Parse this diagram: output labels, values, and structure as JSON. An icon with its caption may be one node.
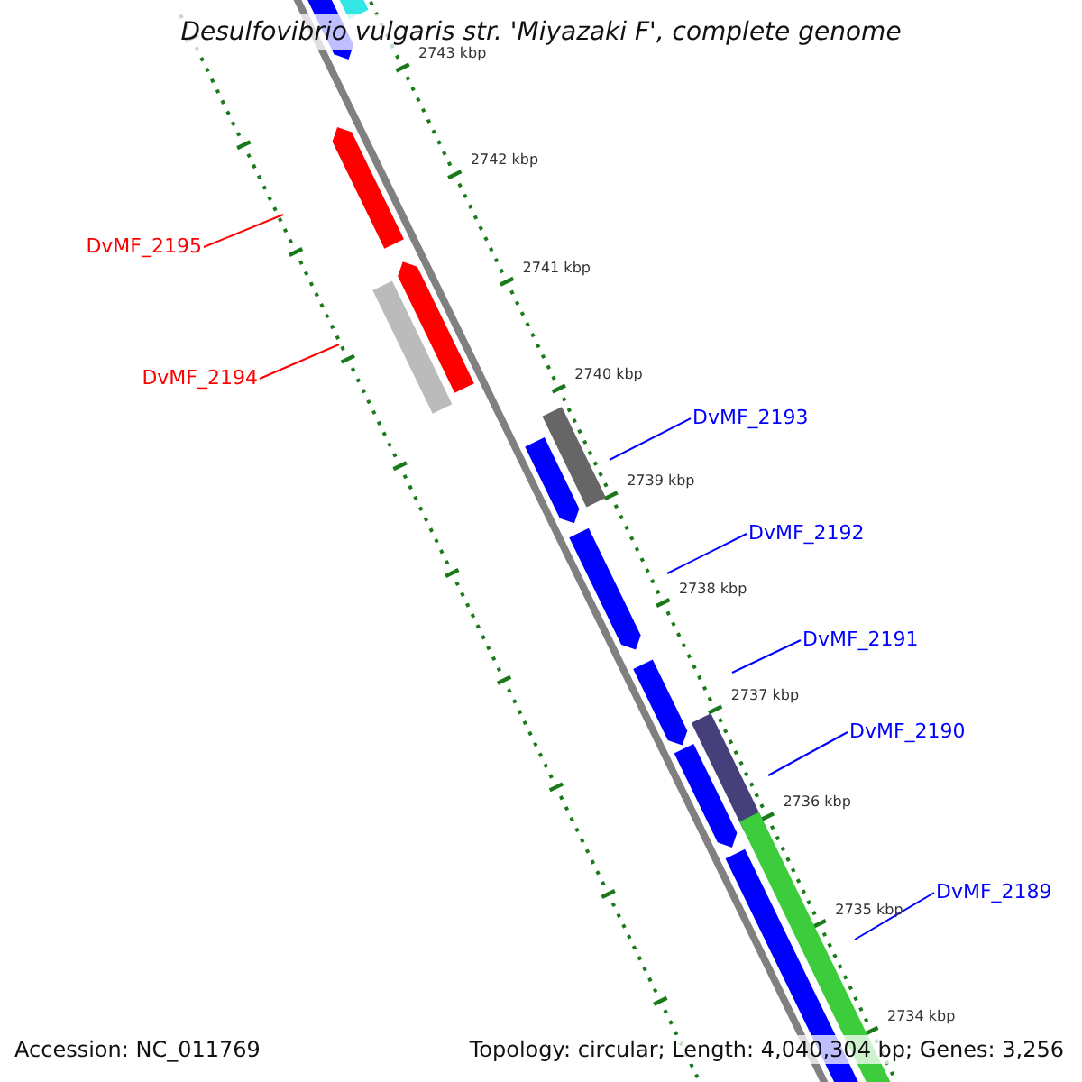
{
  "diagram": {
    "title": "Desulfovibrio vulgaris str. 'Miyazaki F', complete genome",
    "nodes": [
      {
        "text": [
          "DvMF_2195"
        ]
      },
      {
        "text": [
          "DvMF_2194"
        ]
      },
      {
        "text": [
          "DvMF_2193"
        ]
      },
      {
        "text": [
          "DvMF_2192"
        ]
      },
      {
        "text": [
          "DvMF_2191"
        ]
      },
      {
        "text": [
          "DvMF_2190"
        ]
      },
      {
        "text": [
          "DvMF_2189"
        ]
      }
    ],
    "edges": [
      {
        "from": 0,
        "to": null,
        "arrow": "none",
        "color": "#ff0000"
      },
      {
        "from": 1,
        "to": null,
        "arrow": "none",
        "color": "#ff0000"
      },
      {
        "from": 2,
        "to": null,
        "arrow": "none"
      },
      {
        "from": 3,
        "to": null,
        "arrow": "none"
      },
      {
        "from": 4,
        "to": null,
        "arrow": "none"
      },
      {
        "from": 5,
        "to": null,
        "arrow": "none"
      },
      {
        "from": 6,
        "to": null,
        "arrow": "none"
      }
    ],
    "labels": [
      "2743 kbp",
      "2742 kbp",
      "2741 kbp",
      "2740 kbp",
      "2739 kbp",
      "2738 kbp",
      "2737 kbp",
      "2736 kbp",
      "2735 kbp",
      "2734 kbp",
      "Accession: NC_011769",
      "Topology: circular; Length: 4,040,304 bp; Genes: 3,256"
    ]
  }
}
